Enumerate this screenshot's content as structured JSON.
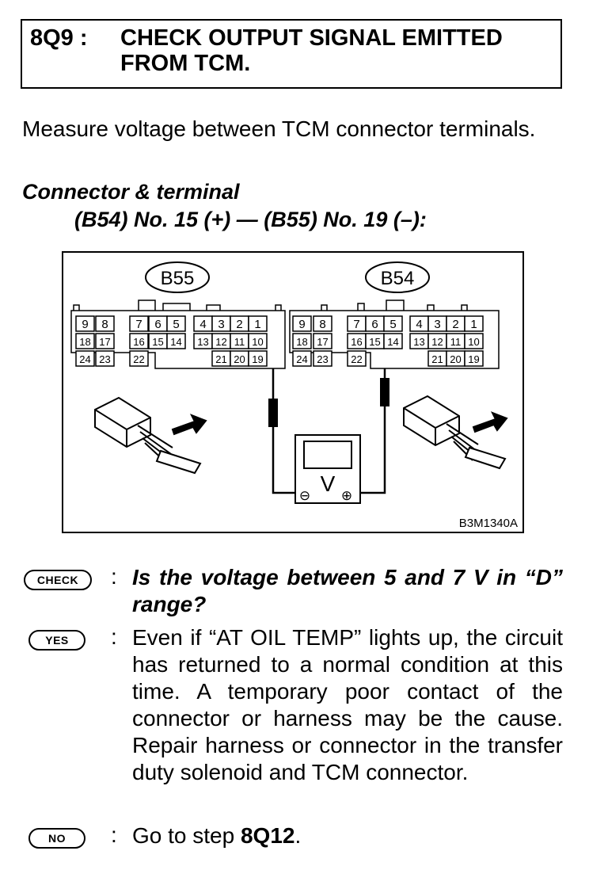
{
  "header": {
    "step_id": "8Q9 :",
    "title": "CHECK OUTPUT SIGNAL EMITTED FROM TCM."
  },
  "instruction": "Measure voltage between TCM connector terminals.",
  "connector": {
    "label": "Connector & terminal",
    "spec": "(B54) No. 15 (+) — (B55) No. 19 (–):"
  },
  "diagram": {
    "left_connector": {
      "name": "B55",
      "rows": [
        [
          "9",
          "8",
          "7",
          "6",
          "5",
          "4",
          "3",
          "2",
          "1"
        ],
        [
          "18",
          "17",
          "16",
          "15",
          "14",
          "13",
          "12",
          "11",
          "10"
        ],
        [
          "24",
          "23",
          "22",
          "21",
          "20",
          "19"
        ]
      ]
    },
    "right_connector": {
      "name": "B54",
      "rows": [
        [
          "9",
          "8",
          "7",
          "6",
          "5",
          "4",
          "3",
          "2",
          "1"
        ],
        [
          "18",
          "17",
          "16",
          "15",
          "14",
          "13",
          "12",
          "11",
          "10"
        ],
        [
          "24",
          "23",
          "22",
          "21",
          "20",
          "19"
        ]
      ]
    },
    "meter_symbol": "V",
    "minus_symbol": "⊖",
    "plus_symbol": "⊕",
    "figure_code": "B3M1340A"
  },
  "check": {
    "badge": "CHECK",
    "colon": ":",
    "question": "Is the voltage between 5 and 7 V in “D” range?"
  },
  "yes": {
    "badge": "YES",
    "colon": ":",
    "text": "Even if “AT OIL TEMP” lights up, the circuit has returned to a normal condition at this time. A temporary poor contact of the connector or harness may be the cause. Repair harness or connector in the transfer duty solenoid and TCM connector."
  },
  "no": {
    "badge": "NO",
    "colon": ":",
    "text_prefix": "Go to step ",
    "step_ref": "8Q12",
    "text_suffix": "."
  }
}
